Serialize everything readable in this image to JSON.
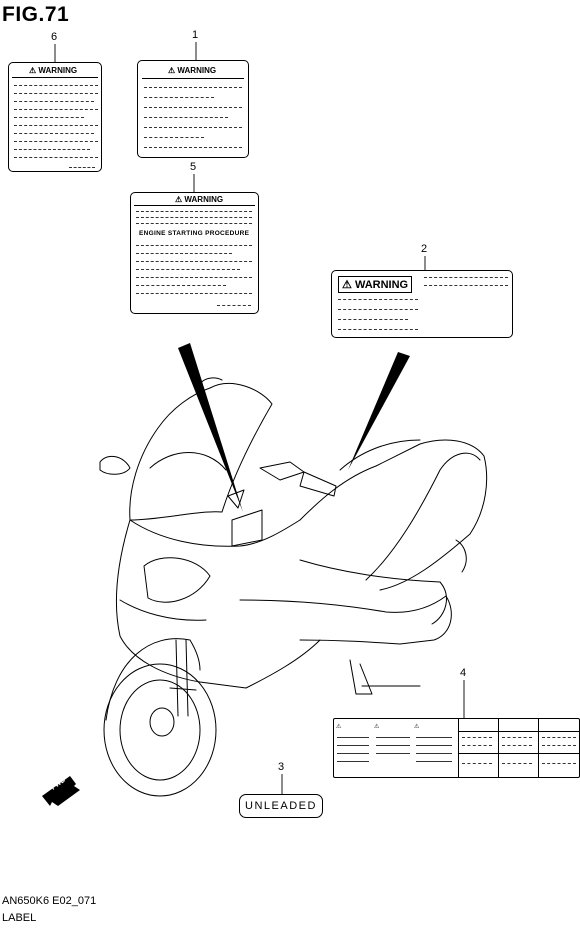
{
  "figure": {
    "title": "FIG.71"
  },
  "callouts": [
    "1",
    "2",
    "3",
    "4",
    "5",
    "6"
  ],
  "labels": {
    "warning": "WARNING",
    "engine_starting": "ENGINE STARTING PROCEDURE",
    "unleaded": "UNLEADED",
    "fwd": "FWD"
  },
  "footer": {
    "code": "AN650K6 E02_071",
    "title": "LABEL"
  }
}
